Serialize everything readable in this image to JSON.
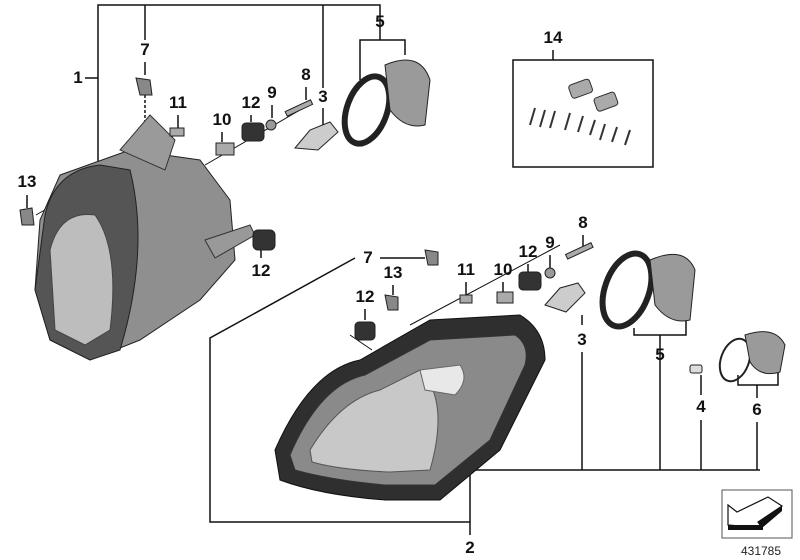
{
  "diagram": {
    "labels": {
      "left_1": "1",
      "left_7": "7",
      "left_11": "11",
      "left_10": "10",
      "left_12a": "12",
      "left_9": "9",
      "left_8": "8",
      "left_3": "3",
      "left_5": "5",
      "left_13": "13",
      "left_12b": "12",
      "kit_14": "14",
      "right_7": "7",
      "right_13": "13",
      "right_12a": "12",
      "right_11": "11",
      "right_10": "10",
      "right_12b": "12",
      "right_9": "9",
      "right_8": "8",
      "right_3": "3",
      "right_5": "5",
      "right_4": "4",
      "right_6": "6",
      "right_2": "2"
    },
    "diagram_number": "431785",
    "icons": [
      "direction-arrow-icon"
    ],
    "colors": {
      "line": "#111111",
      "housing": "#8a8a8a",
      "lens": "#c8c8c8",
      "dark": "#333333"
    }
  }
}
